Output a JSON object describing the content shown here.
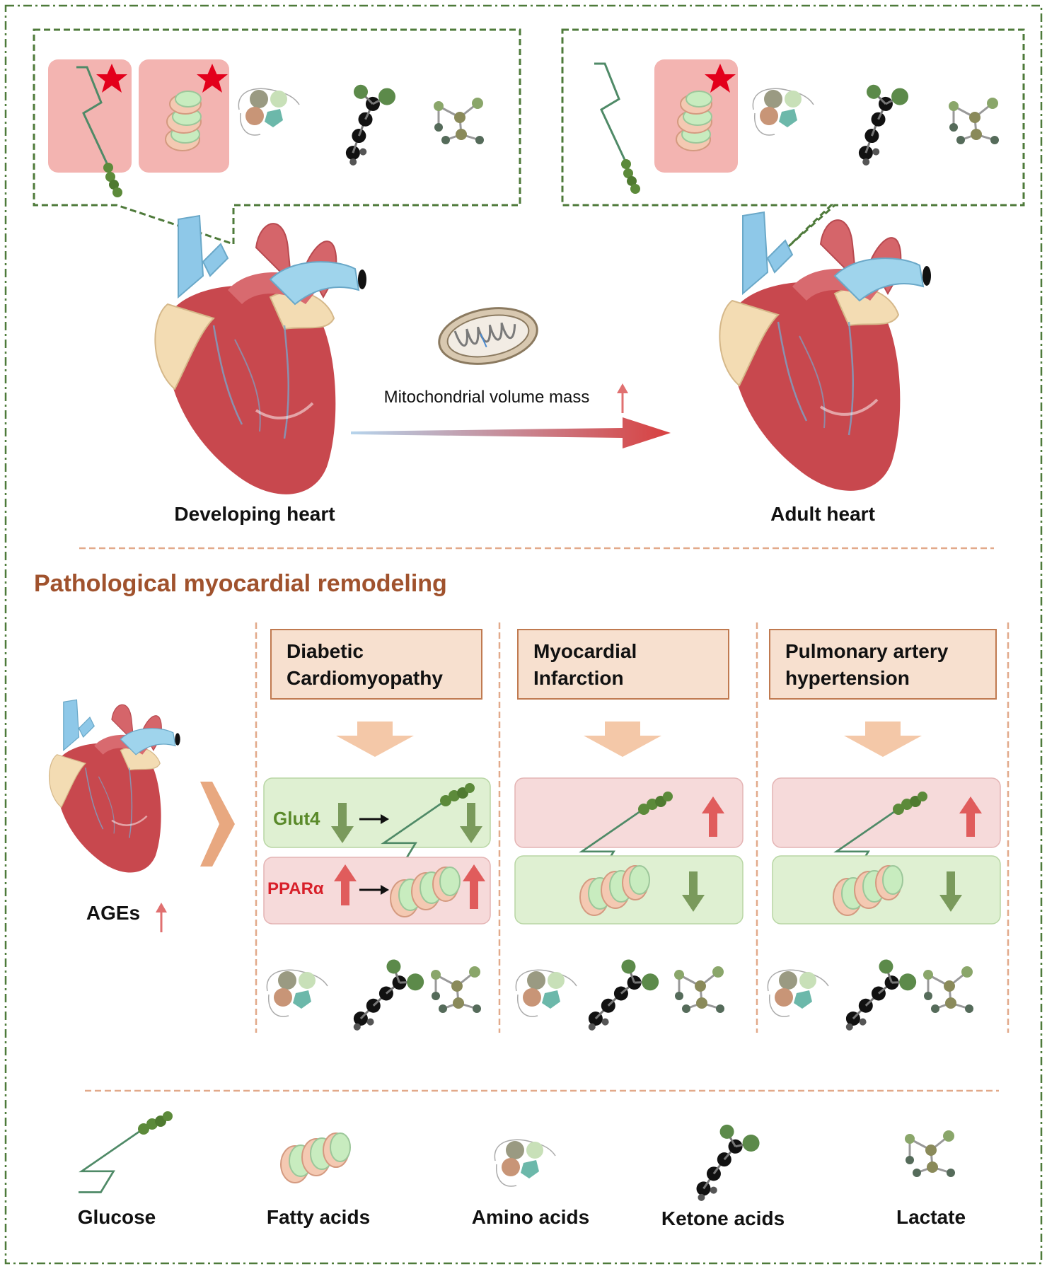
{
  "top": {
    "developing_label": "Developing heart",
    "adult_label": "Adult heart",
    "mito_label": "Mitochondrial volume mass"
  },
  "section_title": "Pathological myocardial remodeling",
  "ages_label": "AGEs",
  "diseases": [
    {
      "line1": "Diabetic",
      "line2": "Cardiomyopathy"
    },
    {
      "line1": "Myocardial",
      "line2": "Infarction"
    },
    {
      "line1": "Pulmonary artery",
      "line2": "hypertension"
    }
  ],
  "dcm": {
    "glut4": "Glut4",
    "ppar": "PPARα"
  },
  "legend": {
    "glucose": "Glucose",
    "fatty": "Fatty acids",
    "amino": "Amino acids",
    "ketone": "Ketone acids",
    "lactate": "Lactate"
  },
  "colors": {
    "frame": "#4e7a3a",
    "divider": "#e2a98a",
    "title": "#a0522d",
    "up_arrow": "#e05c5c",
    "down_arrow": "#7a9a5c",
    "pink_box": "#f6dada",
    "green_box": "#dff0d2",
    "disease_box": "#f7e0cf",
    "disease_border": "#c07a50",
    "star": "#e3001b"
  },
  "icons": [
    "glucose-icon",
    "fatty-acid-icon",
    "amino-acid-icon",
    "ketone-icon",
    "lactate-icon",
    "heart-icon",
    "mitochondrion-icon",
    "star-icon"
  ]
}
